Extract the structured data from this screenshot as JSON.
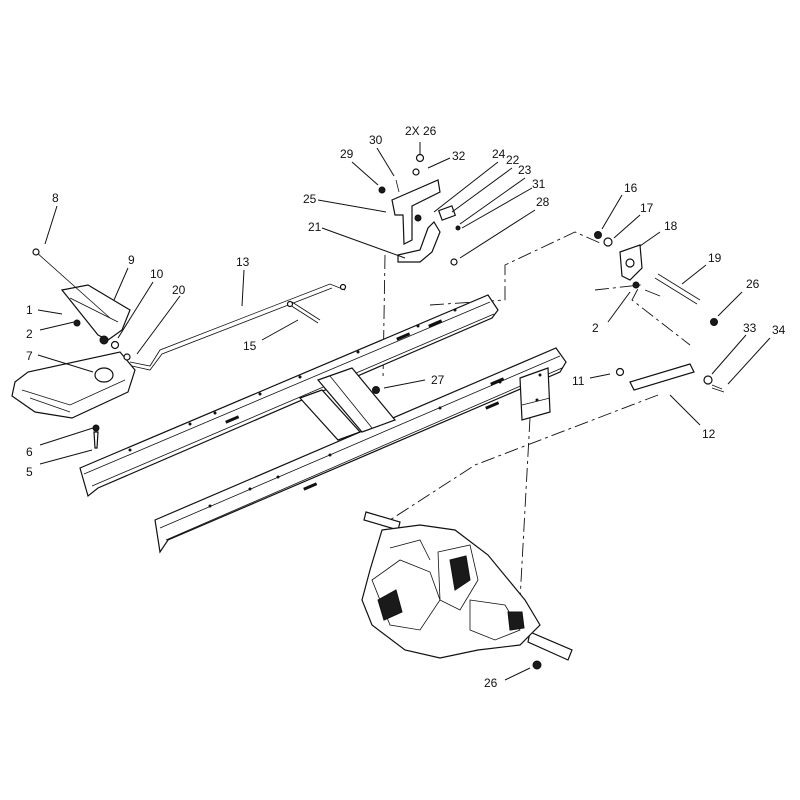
{
  "callouts": [
    {
      "id": "c8",
      "label": "8"
    },
    {
      "id": "c9",
      "label": "9"
    },
    {
      "id": "c10",
      "label": "10"
    },
    {
      "id": "c20",
      "label": "20"
    },
    {
      "id": "c1",
      "label": "1"
    },
    {
      "id": "c2a",
      "label": "2"
    },
    {
      "id": "c7",
      "label": "7"
    },
    {
      "id": "c6",
      "label": "6"
    },
    {
      "id": "c5",
      "label": "5"
    },
    {
      "id": "c13",
      "label": "13"
    },
    {
      "id": "c15",
      "label": "15"
    },
    {
      "id": "c21",
      "label": "21"
    },
    {
      "id": "c25",
      "label": "25"
    },
    {
      "id": "c29",
      "label": "29"
    },
    {
      "id": "c30",
      "label": "30"
    },
    {
      "id": "c2x26",
      "label": "2X 26"
    },
    {
      "id": "c32",
      "label": "32"
    },
    {
      "id": "c24",
      "label": "24"
    },
    {
      "id": "c22",
      "label": "22"
    },
    {
      "id": "c23",
      "label": "23"
    },
    {
      "id": "c31",
      "label": "31"
    },
    {
      "id": "c28",
      "label": "28"
    },
    {
      "id": "c27",
      "label": "27"
    },
    {
      "id": "c16",
      "label": "16"
    },
    {
      "id": "c17",
      "label": "17"
    },
    {
      "id": "c18",
      "label": "18"
    },
    {
      "id": "c19",
      "label": "19"
    },
    {
      "id": "c26a",
      "label": "26"
    },
    {
      "id": "c2b",
      "label": "2"
    },
    {
      "id": "c33",
      "label": "33"
    },
    {
      "id": "c34",
      "label": "34"
    },
    {
      "id": "c11",
      "label": "11"
    },
    {
      "id": "c12",
      "label": "12"
    },
    {
      "id": "c26b",
      "label": "26"
    }
  ]
}
